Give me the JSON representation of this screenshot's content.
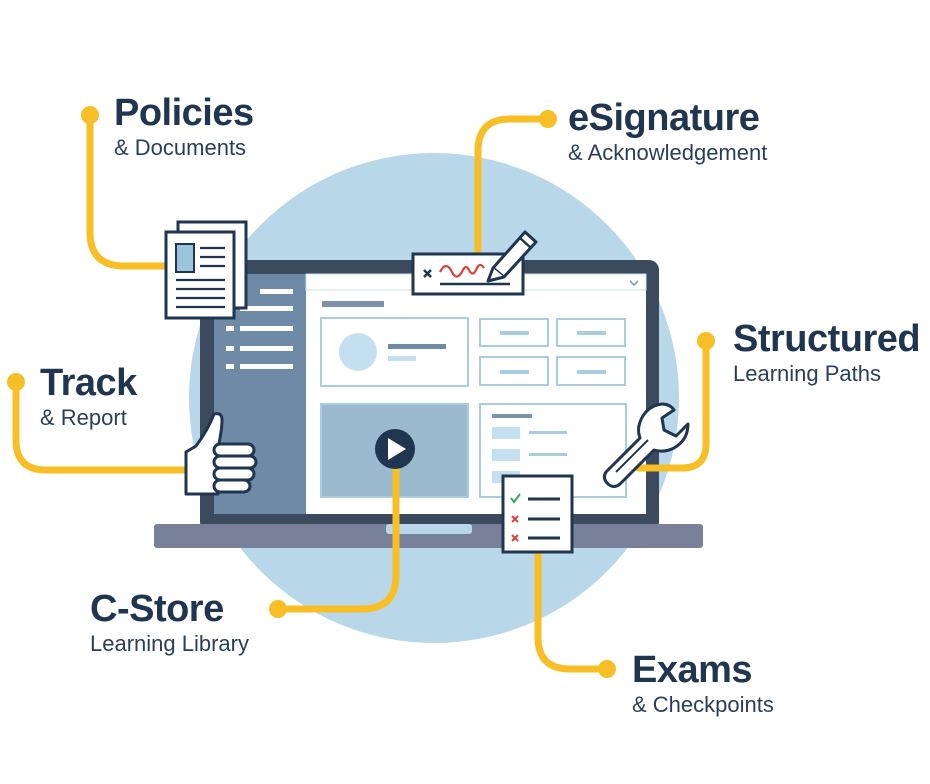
{
  "features": {
    "policies": {
      "title": "Policies",
      "sub": "& Documents"
    },
    "esignature": {
      "title": "eSignature",
      "sub": "& Acknowledgement"
    },
    "structured": {
      "title": "Structured",
      "sub": "Learning Paths"
    },
    "track": {
      "title": "Track",
      "sub": "& Report"
    },
    "cstore": {
      "title": "C-Store",
      "sub": "Learning Library"
    },
    "exams": {
      "title": "Exams",
      "sub": "& Checkpoints"
    }
  },
  "colors": {
    "accent": "#f7be26",
    "navy": "#1f3550",
    "circle": "#b8d8ea",
    "screen_frame": "#3b4a5c",
    "sidebar": "#6f8aa6",
    "panel_border": "#a8cde0",
    "base": "#79819a"
  },
  "icons": [
    "document-icon",
    "signature-icon",
    "pen-icon",
    "thumbs-up-icon",
    "play-icon",
    "wrench-icon",
    "checklist-icon"
  ]
}
